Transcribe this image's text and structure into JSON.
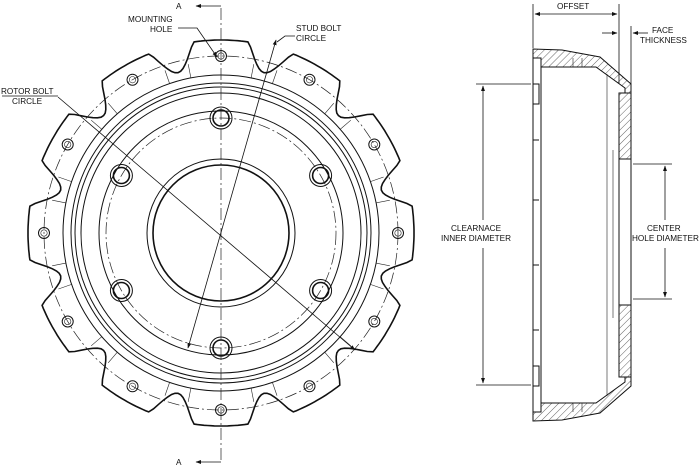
{
  "labels": {
    "section_a_top": "A",
    "section_a_bottom": "A",
    "mounting_hole": [
      "MOUNTING",
      "HOLE"
    ],
    "stud_bolt_circle": [
      "STUD BOLT",
      "CIRCLE"
    ],
    "rotor_bolt_circle": [
      "ROTOR BOLT",
      "CIRCLE"
    ],
    "offset": "OFFSET",
    "face_thickness": [
      "FACE",
      "THICKNESS"
    ],
    "clearance_inner_diameter": [
      "CLEARNACE",
      "INNER DIAMETER"
    ],
    "center_hole_diameter": [
      "CENTER",
      "HOLE DIAMETER"
    ]
  },
  "front_view": {
    "rotor_bolt_holes": 12,
    "stud_holes": 6
  }
}
